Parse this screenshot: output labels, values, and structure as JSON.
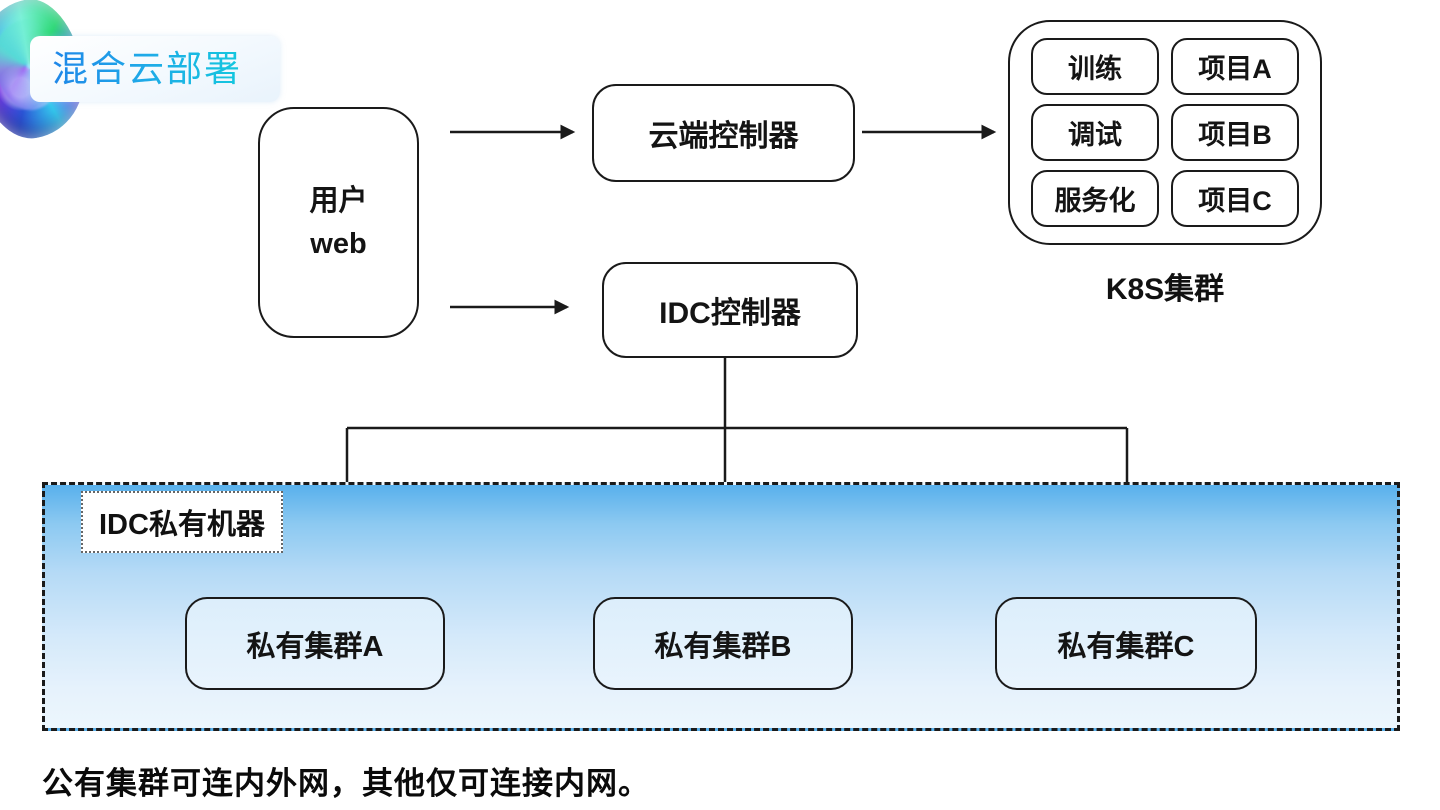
{
  "header": {
    "title": "混合云部署",
    "logo_icon": "iridescent-swirl-icon"
  },
  "nodes": {
    "user": {
      "line1": "用户",
      "line2": "web"
    },
    "cloud_controller": "云端控制器",
    "idc_controller": "IDC控制器"
  },
  "k8s": {
    "label": "K8S集群",
    "items": [
      "训练",
      "项目A",
      "调试",
      "项目B",
      "服务化",
      "项目C"
    ]
  },
  "idc_zone": {
    "label": "IDC私有机器",
    "clusters": [
      "私有集群A",
      "私有集群B",
      "私有集群C"
    ]
  },
  "footnote": "公有集群可连内外网，其他仅可连接内网。",
  "colors": {
    "title_gradient_start": "#1f7ee8",
    "title_gradient_end": "#0fd3da",
    "zone_gradient_top": "#58b0ec",
    "zone_gradient_bottom": "#ecf6fd",
    "cluster_fill": "#e2f0fc",
    "line": "#1a1a1a"
  }
}
